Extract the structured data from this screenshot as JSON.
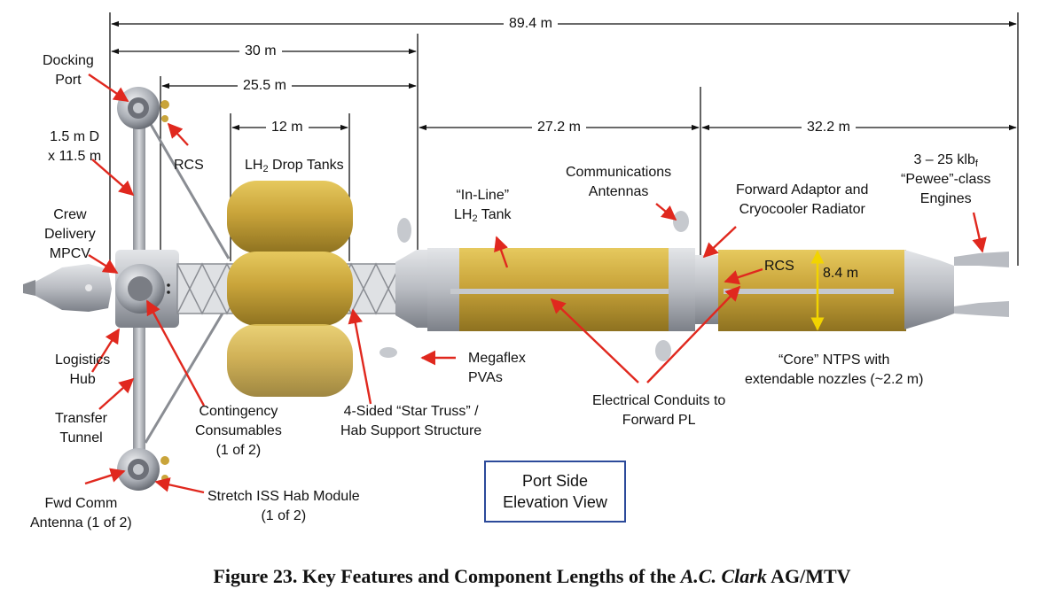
{
  "dimensions": {
    "total": "89.4 m",
    "d30": "30 m",
    "d25_5": "25.5 m",
    "d12": "12 m",
    "d27_2": "27.2 m",
    "d32_2": "32.2 m",
    "d8_4": "8.4 m"
  },
  "labels": {
    "docking_port": [
      "Docking",
      "Port"
    ],
    "tunnel_size": [
      "1.5 m D",
      "x 11.5 m"
    ],
    "rcs_top": "RCS",
    "drop_tanks_prefix": "LH",
    "drop_tanks_sub": "2",
    "drop_tanks_suffix": " Drop Tanks",
    "crew_delivery": [
      "Crew",
      "Delivery",
      "MPCV"
    ],
    "inline_tank_line1": "“In-Line”",
    "inline_tank_prefix": "LH",
    "inline_tank_sub": "2",
    "inline_tank_suffix": " Tank",
    "comm_antennas": [
      "Communications",
      "Antennas"
    ],
    "forward_adaptor": [
      "Forward Adaptor and",
      "Cryocooler Radiator"
    ],
    "engines_line1_prefix": "3 – 25 klb",
    "engines_line1_sub": "f",
    "engines_line2": "“Pewee”-class",
    "engines_line3": "Engines",
    "rcs_core": "RCS",
    "logistics_hub": [
      "Logistics",
      "Hub"
    ],
    "megaflex": [
      "Megaflex",
      "PVAs"
    ],
    "core_ntps": [
      "“Core” NTPS with",
      "extendable nozzles (~2.2 m)"
    ],
    "transfer_tunnel": [
      "Transfer",
      "Tunnel"
    ],
    "contingency": [
      "Contingency",
      "Consumables",
      "(1 of 2)"
    ],
    "star_truss": [
      "4-Sided “Star Truss” /",
      "Hab Support Structure"
    ],
    "electrical_conduits": [
      "Electrical Conduits to",
      "Forward PL"
    ],
    "fwd_comm": [
      "Fwd Comm",
      "Antenna (1 of 2)"
    ],
    "stretch_iss": [
      "Stretch ISS Hab Module",
      "(1 of 2)"
    ]
  },
  "view_box": [
    "Port Side",
    "Elevation View"
  ],
  "caption": {
    "prefix": "Figure 23.  Key Features and Component Lengths of the ",
    "italic": "A.C. Clark",
    "suffix": " AG/MTV"
  },
  "colors": {
    "tank_gold": "#c9a43a",
    "hull_gray": "#b9bcc2",
    "arrow_red": "#e0281e",
    "dim_yellow": "#f2d400",
    "box_blue": "#2c4a9a"
  }
}
